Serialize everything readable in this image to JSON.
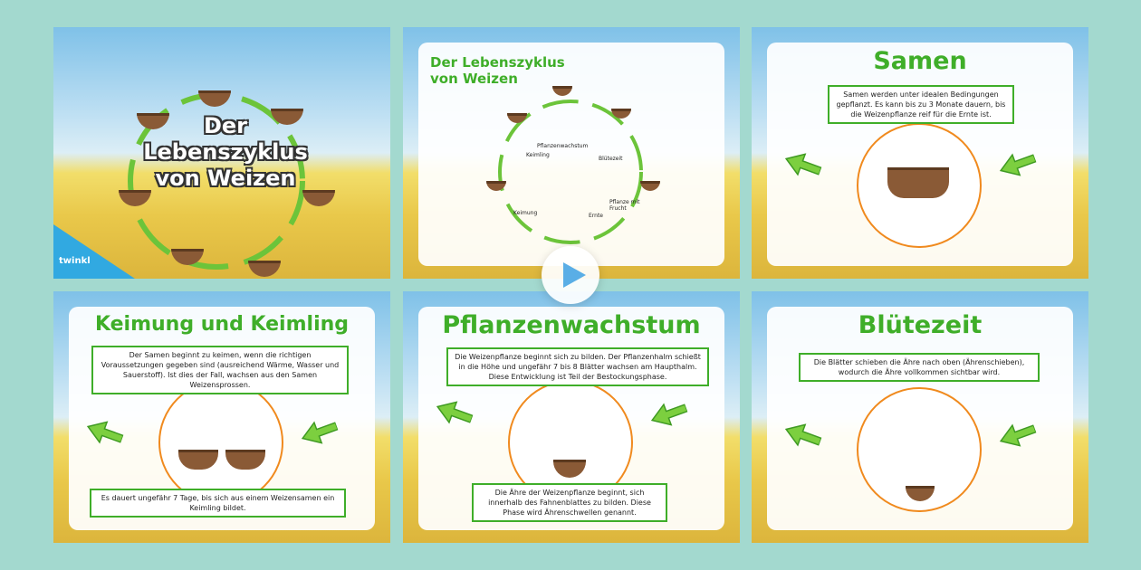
{
  "slides": [
    {
      "title": "Der Lebenszyklus von Weizen",
      "title_lines": [
        "Der",
        "Lebenszyklus",
        "von Weizen"
      ],
      "logo": "twinkl"
    },
    {
      "title_lines": [
        "Der Lebenszyklus",
        "von Weizen"
      ],
      "labels": {
        "pflanzenwachstum": "Pflanzenwachstum",
        "keimling": "Keimling",
        "bluetezeit": "Blütezeit",
        "pflanze_frucht": "Pflanze mit Frucht",
        "keimung": "Keimung",
        "ernte": "Ernte"
      }
    },
    {
      "title": "Samen",
      "text": "Samen werden unter idealen Bedingungen gepflanzt. Es kann bis zu 3 Monate dauern, bis die Weizenpflanze reif für die Ernte ist."
    },
    {
      "title": "Keimung und Keimling",
      "text": "Der Samen beginnt zu keimen, wenn die richtigen Voraussetzungen gegeben sind (ausreichend Wärme, Wasser und Sauerstoff). Ist dies der Fall, wachsen aus den Samen Weizensprossen.",
      "bottom": "Es dauert ungefähr 7 Tage, bis sich aus einem Weizensamen ein Keimling bildet."
    },
    {
      "title": "Pflanzenwachstum",
      "text": "Die Weizenpflanze beginnt sich zu bilden. Der Pflanzenhalm schießt in die Höhe und ungefähr 7 bis 8 Blätter wachsen am Haupthalm. Diese Entwicklung ist Teil der Bestockungsphase.",
      "bottom": "Die Ähre der Weizenpflanze beginnt, sich innerhalb des Fahnenblattes zu bilden. Diese Phase wird Ährenschwellen genannt."
    },
    {
      "title": "Blütezeit",
      "text": "Die Blätter schieben die Ähre nach oben (Ährenschieben), wodurch die Ähre vollkommen sichtbar wird."
    }
  ],
  "colors": {
    "green": "#3fae29",
    "orange": "#f08a1e",
    "play": "#5aaee6"
  }
}
